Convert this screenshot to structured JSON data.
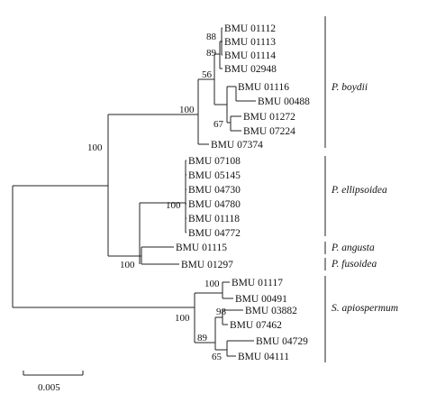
{
  "taxa": {
    "t01112": "BMU 01112",
    "t01113": "BMU 01113",
    "t01114": "BMU 01114",
    "t02948": "BMU 02948",
    "t01116": "BMU 01116",
    "t00488": "BMU 00488",
    "t01272": "BMU 01272",
    "t07224": "BMU 07224",
    "t07374": "BMU 07374",
    "t07108": "BMU 07108",
    "t05145": "BMU 05145",
    "t04730": "BMU 04730",
    "t04780": "BMU 04780",
    "t01118": "BMU 01118",
    "t04772": "BMU 04772",
    "t01115": "BMU 01115",
    "t01297": "BMU 01297",
    "t01117": "BMU 01117",
    "t00491": "BMU 00491",
    "t03882": "BMU 03882",
    "t07462": "BMU 07462",
    "t04729": "BMU 04729",
    "t04111": "BMU 04111"
  },
  "bootstrap": {
    "b88": "88",
    "b89": "89",
    "b56": "56",
    "b67": "67",
    "b100_boydii": "100",
    "b100_root": "100",
    "b100_ellipsoidea": "100",
    "b100_angusta": "100",
    "b100_apio_top": "100",
    "b100_apio": "100",
    "b98": "98",
    "b89_apio": "89",
    "b65": "65"
  },
  "groups": {
    "boydii": "P. boydii",
    "ellipsoidea": "P. ellipsoidea",
    "angusta": "P. angusta",
    "fusoidea": "P. fusoidea",
    "apiospermum": "S. apiospermum"
  },
  "scale_bar": {
    "label": "0.005"
  }
}
